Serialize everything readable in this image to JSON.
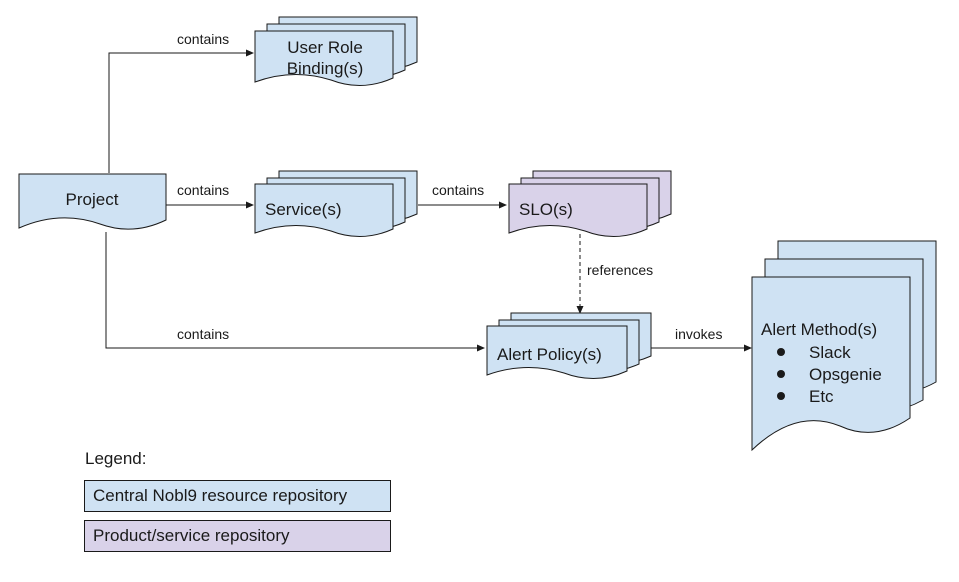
{
  "nodes": {
    "user_role_binding": [
      "User Role",
      "Binding(s)"
    ],
    "project": "Project",
    "service": "Service(s)",
    "slo": "SLO(s)",
    "alert_policy": "Alert Policy(s)",
    "alert_method": {
      "title": "Alert Method(s)",
      "items": [
        "Slack",
        "Opsgenie",
        "Etc"
      ]
    }
  },
  "edges": {
    "project_to_urb": "contains",
    "project_to_service": "contains",
    "service_to_slo": "contains",
    "slo_to_policy": "references",
    "project_to_policy": "contains",
    "policy_to_method": "invokes"
  },
  "legend": {
    "title": "Legend:",
    "items": [
      {
        "label": "Central Nobl9 resource repository",
        "color": "#cfe2f3"
      },
      {
        "label": "Product/service repository",
        "color": "#d9d2e9"
      }
    ]
  },
  "colors": {
    "central": "#cfe2f3",
    "product": "#d9d2e9",
    "line": "#1a1a1a"
  }
}
